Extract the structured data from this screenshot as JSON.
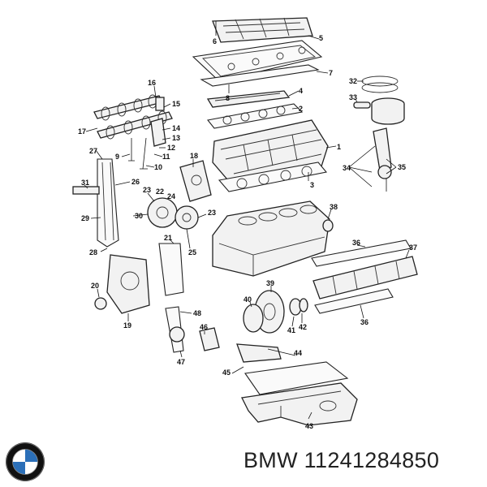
{
  "diagram": {
    "callouts": [
      {
        "id": "6",
        "text": "6"
      },
      {
        "id": "5",
        "text": "5"
      },
      {
        "id": "7",
        "text": "7"
      },
      {
        "id": "8",
        "text": "8"
      },
      {
        "id": "4",
        "text": "4"
      },
      {
        "id": "2",
        "text": "2"
      },
      {
        "id": "1",
        "text": "1"
      },
      {
        "id": "3",
        "text": "3"
      },
      {
        "id": "16",
        "text": "16"
      },
      {
        "id": "15",
        "text": "15"
      },
      {
        "id": "14",
        "text": "14"
      },
      {
        "id": "13",
        "text": "13"
      },
      {
        "id": "12",
        "text": "12"
      },
      {
        "id": "11",
        "text": "11"
      },
      {
        "id": "10",
        "text": "10"
      },
      {
        "id": "9",
        "text": "9"
      },
      {
        "id": "17",
        "text": "17"
      },
      {
        "id": "27",
        "text": "27"
      },
      {
        "id": "18",
        "text": "18"
      },
      {
        "id": "26",
        "text": "26"
      },
      {
        "id": "31",
        "text": "31"
      },
      {
        "id": "23a",
        "text": "23"
      },
      {
        "id": "22",
        "text": "22"
      },
      {
        "id": "24",
        "text": "24"
      },
      {
        "id": "23b",
        "text": "23"
      },
      {
        "id": "30",
        "text": "30"
      },
      {
        "id": "29",
        "text": "29"
      },
      {
        "id": "21",
        "text": "21"
      },
      {
        "id": "25",
        "text": "25"
      },
      {
        "id": "28",
        "text": "28"
      },
      {
        "id": "20",
        "text": "20"
      },
      {
        "id": "19",
        "text": "19"
      },
      {
        "id": "32",
        "text": "32"
      },
      {
        "id": "33",
        "text": "33"
      },
      {
        "id": "34",
        "text": "34"
      },
      {
        "id": "35",
        "text": "35"
      },
      {
        "id": "38",
        "text": "38"
      },
      {
        "id": "36a",
        "text": "36"
      },
      {
        "id": "37",
        "text": "37"
      },
      {
        "id": "36b",
        "text": "36"
      },
      {
        "id": "39",
        "text": "39"
      },
      {
        "id": "40",
        "text": "40"
      },
      {
        "id": "41",
        "text": "41"
      },
      {
        "id": "42",
        "text": "42"
      },
      {
        "id": "48",
        "text": "48"
      },
      {
        "id": "46",
        "text": "46"
      },
      {
        "id": "47",
        "text": "47"
      },
      {
        "id": "44",
        "text": "44"
      },
      {
        "id": "45",
        "text": "45"
      },
      {
        "id": "43",
        "text": "43"
      }
    ]
  },
  "footer": {
    "logo_icon": "bmw-roundel-icon",
    "logo_colors": {
      "ring": "#111111",
      "blue": "#2b6fb8",
      "white": "#ffffff"
    },
    "caption": "BMW 11241284850"
  }
}
